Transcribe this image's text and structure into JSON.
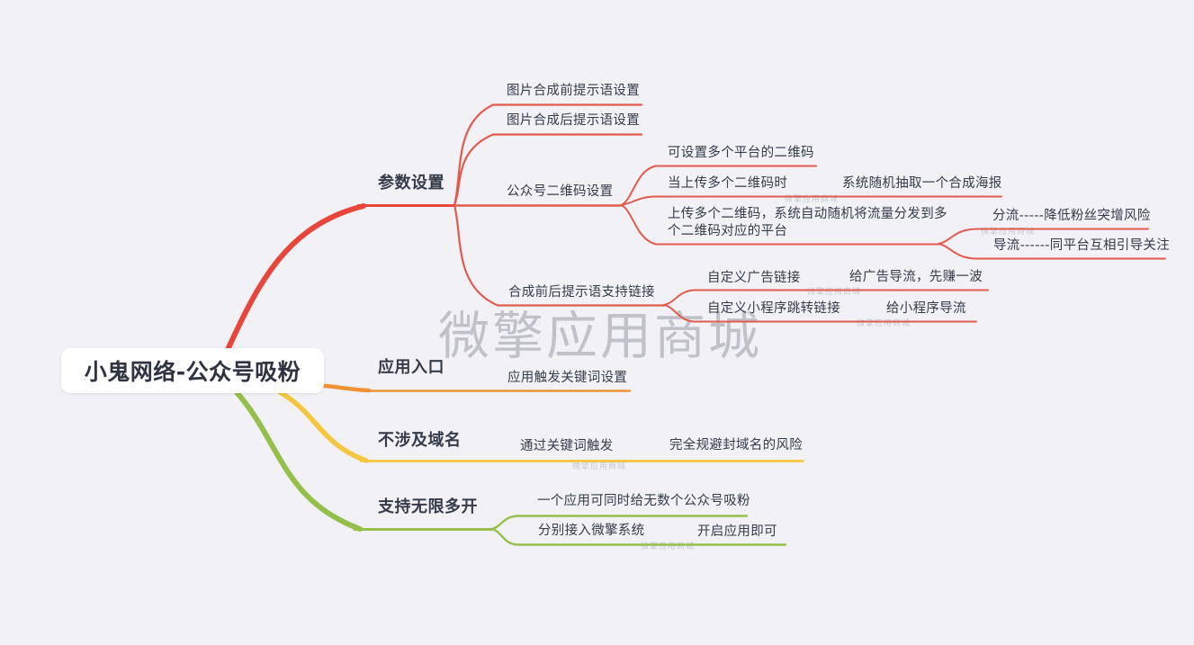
{
  "watermark": {
    "large": "微擎应用商城",
    "small": "微擎应用商城"
  },
  "colors": {
    "background": "#f2f2f6",
    "red": "#e8463b",
    "red_thin": "#e25a4d",
    "orange": "#ee9236",
    "yellow": "#f5c73f",
    "green": "#95bf4b",
    "text": "#343b49",
    "root_background": "#ffffff"
  },
  "mindmap": {
    "root": {
      "label": "小鬼网络-公众号吸粉"
    },
    "param": {
      "label": "参数设置",
      "pre_tip": "图片合成前提示语设置",
      "post_tip": "图片合成后提示语设置",
      "qrcode": {
        "label": "公众号二维码设置",
        "multi_platform": "可设置多个平台的二维码",
        "when_multi": {
          "label": "当上传多个二维码时",
          "random_pick": "系统随机抽取一个合成海报"
        },
        "distribute": {
          "label": "上传多个二维码，系统自动随机将流量分发到多个二维码对应的平台",
          "split_flow": "分流-----降低粉丝突增风险",
          "guide_flow": "导流------同平台互相引导关注"
        }
      },
      "tip_links": {
        "label": "合成前后提示语支持链接",
        "ad_link": {
          "label": "自定义广告链接",
          "benefit": "给广告导流，先赚一波"
        },
        "mini_link": {
          "label": "自定义小程序跳转链接",
          "benefit": "给小程序导流"
        }
      }
    },
    "entry": {
      "label": "应用入口",
      "keyword_setting": "应用触发关键词设置"
    },
    "domain": {
      "label": "不涉及域名",
      "trigger": "通过关键词触发",
      "avoid": "完全规避封域名的风险"
    },
    "multi_open": {
      "label": "支持无限多开",
      "unlimited": "一个应用可同时给无数个公众号吸粉",
      "connect": {
        "label": "分别接入微擎系统",
        "enable": "开启应用即可"
      }
    }
  }
}
